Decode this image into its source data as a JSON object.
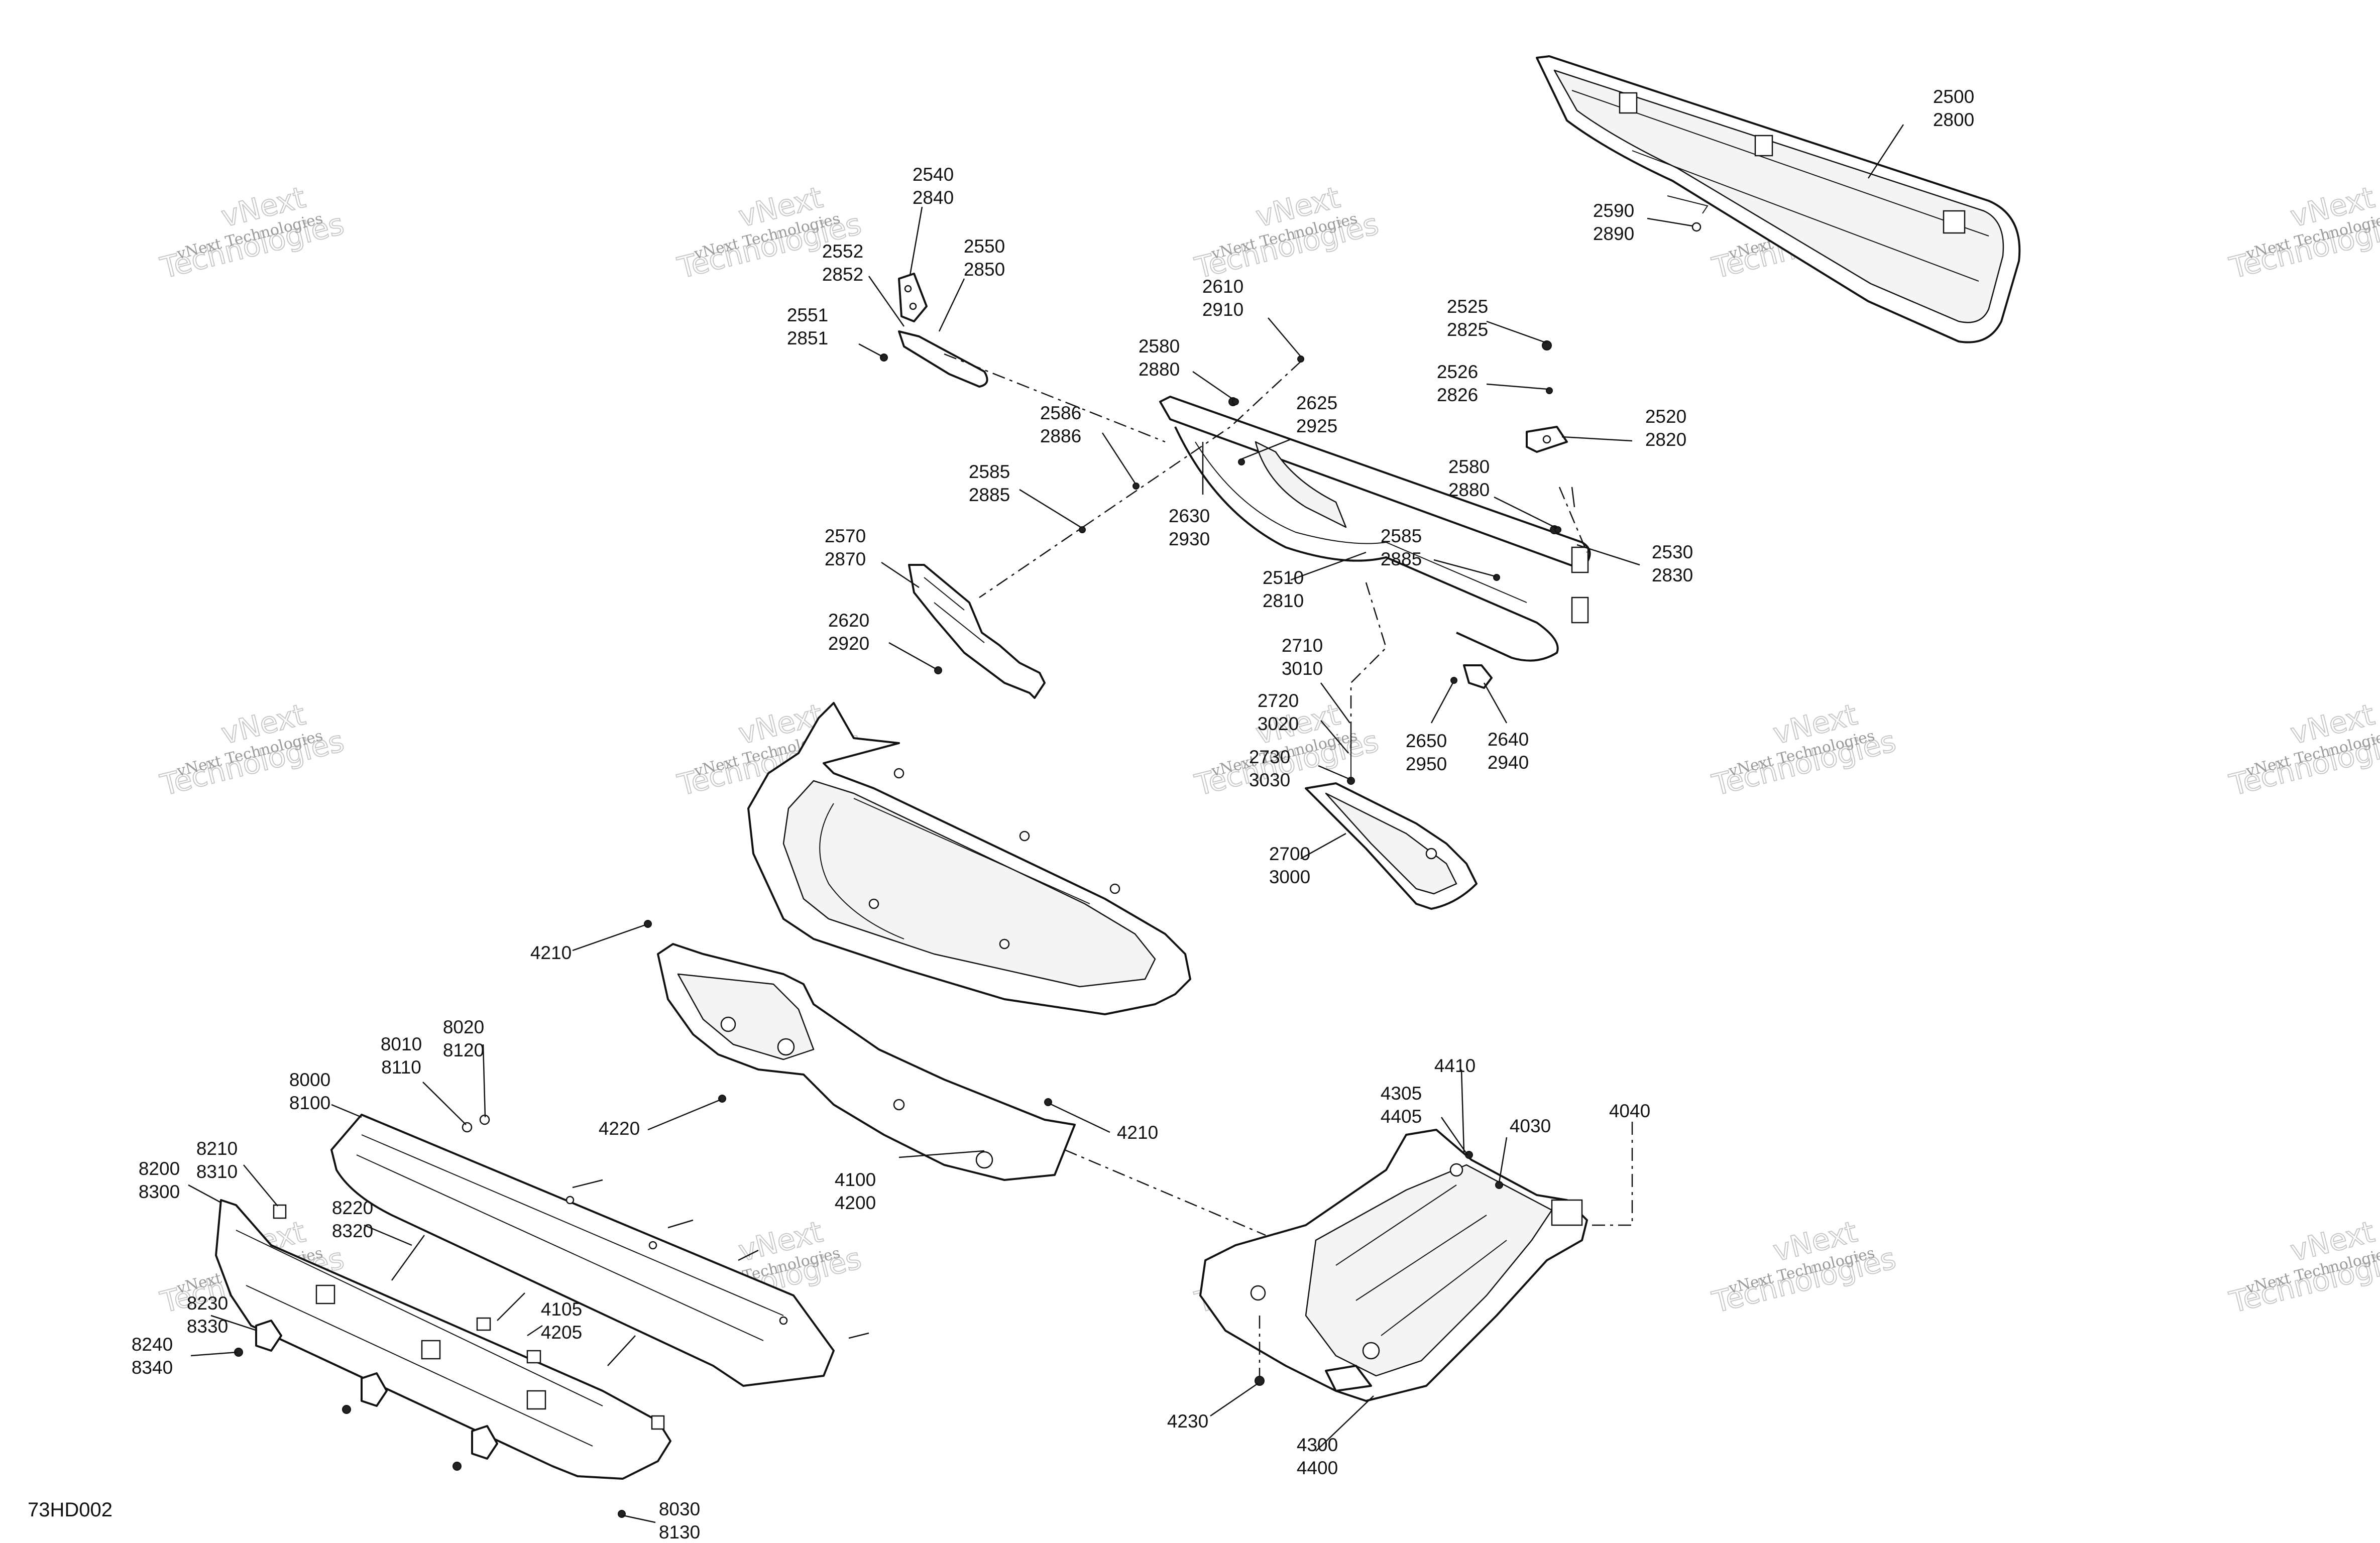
{
  "figure_code": "73HD002",
  "watermark": {
    "line1": "vNext Technologies",
    "line2": "vNext",
    "line3": "Technologies"
  },
  "callouts": [
    {
      "id": "c2500",
      "lines": [
        "2500",
        "2800"
      ]
    },
    {
      "id": "c2540",
      "lines": [
        "2540",
        "2840"
      ]
    },
    {
      "id": "c2552",
      "lines": [
        "2552",
        "2852"
      ]
    },
    {
      "id": "c2550",
      "lines": [
        "2550",
        "2850"
      ]
    },
    {
      "id": "c2551",
      "lines": [
        "2551",
        "2851"
      ]
    },
    {
      "id": "c2590",
      "lines": [
        "2590",
        "2890"
      ]
    },
    {
      "id": "c2610",
      "lines": [
        "2610",
        "2910"
      ]
    },
    {
      "id": "c2525",
      "lines": [
        "2525",
        "2825"
      ]
    },
    {
      "id": "c2580a",
      "lines": [
        "2580",
        "2880"
      ]
    },
    {
      "id": "c2526",
      "lines": [
        "2526",
        "2826"
      ]
    },
    {
      "id": "c2625",
      "lines": [
        "2625",
        "2925"
      ]
    },
    {
      "id": "c2586",
      "lines": [
        "2586",
        "2886"
      ]
    },
    {
      "id": "c2520",
      "lines": [
        "2520",
        "2820"
      ]
    },
    {
      "id": "c2585a",
      "lines": [
        "2585",
        "2885"
      ]
    },
    {
      "id": "c2580b",
      "lines": [
        "2580",
        "2880"
      ]
    },
    {
      "id": "c2630",
      "lines": [
        "2630",
        "2930"
      ]
    },
    {
      "id": "c2570",
      "lines": [
        "2570",
        "2870"
      ]
    },
    {
      "id": "c2530",
      "lines": [
        "2530",
        "2830"
      ]
    },
    {
      "id": "c2585b",
      "lines": [
        "2585",
        "2885"
      ]
    },
    {
      "id": "c2510",
      "lines": [
        "2510",
        "2810"
      ]
    },
    {
      "id": "c2620",
      "lines": [
        "2620",
        "2920"
      ]
    },
    {
      "id": "c2710",
      "lines": [
        "2710",
        "3010"
      ]
    },
    {
      "id": "c2720",
      "lines": [
        "2720",
        "3020"
      ]
    },
    {
      "id": "c2650",
      "lines": [
        "2650",
        "2950"
      ]
    },
    {
      "id": "c2640",
      "lines": [
        "2640",
        "2940"
      ]
    },
    {
      "id": "c2730",
      "lines": [
        "2730",
        "3030"
      ]
    },
    {
      "id": "c2700",
      "lines": [
        "2700",
        "3000"
      ]
    },
    {
      "id": "c4210a",
      "lines": [
        "4210"
      ]
    },
    {
      "id": "c8020",
      "lines": [
        "8020",
        "8120"
      ]
    },
    {
      "id": "c8010",
      "lines": [
        "8010",
        "8110"
      ]
    },
    {
      "id": "c4410",
      "lines": [
        "4410"
      ]
    },
    {
      "id": "c8000",
      "lines": [
        "8000",
        "8100"
      ]
    },
    {
      "id": "c4305",
      "lines": [
        "4305",
        "4405"
      ]
    },
    {
      "id": "c4040",
      "lines": [
        "4040"
      ]
    },
    {
      "id": "c4030",
      "lines": [
        "4030"
      ]
    },
    {
      "id": "c4220",
      "lines": [
        "4220"
      ]
    },
    {
      "id": "c4210b",
      "lines": [
        "4210"
      ]
    },
    {
      "id": "c8210",
      "lines": [
        "8210",
        "8310"
      ]
    },
    {
      "id": "c8200",
      "lines": [
        "8200",
        "8300"
      ]
    },
    {
      "id": "c4100",
      "lines": [
        "4100",
        "4200"
      ]
    },
    {
      "id": "c8220",
      "lines": [
        "8220",
        "8320"
      ]
    },
    {
      "id": "c4105",
      "lines": [
        "4105",
        "4205"
      ]
    },
    {
      "id": "c8230",
      "lines": [
        "8230",
        "8330"
      ]
    },
    {
      "id": "c8240",
      "lines": [
        "8240",
        "8340"
      ]
    },
    {
      "id": "c4230",
      "lines": [
        "4230"
      ]
    },
    {
      "id": "c4300",
      "lines": [
        "4300",
        "4400"
      ]
    },
    {
      "id": "c8030",
      "lines": [
        "8030",
        "8130"
      ]
    }
  ]
}
